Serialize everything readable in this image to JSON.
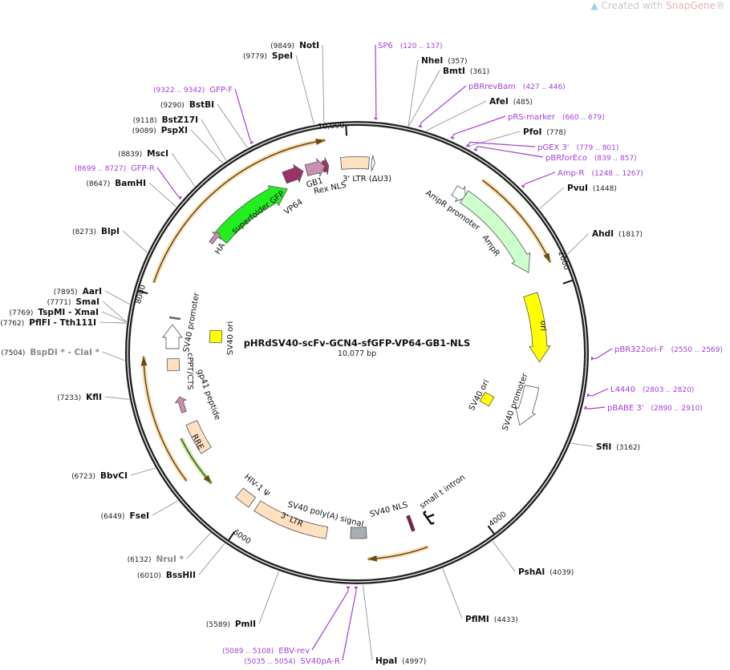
{
  "watermark": {
    "prefix": "Created with ",
    "brand": "SnapGene",
    "suffix": "®",
    "icon": "snapgene-logo-icon"
  },
  "plasmid": {
    "name": "pHRdSV40-scFv-GCN4-sfGFP-VP64-GB1-NLS",
    "length_label": "10,077 bp",
    "length_bp": 10077
  },
  "ticks": [
    {
      "bp": 2000,
      "label": "2000"
    },
    {
      "bp": 4000,
      "label": "4000"
    },
    {
      "bp": 6000,
      "label": "6000"
    },
    {
      "bp": 8000,
      "label": "8000"
    },
    {
      "bp": 10000,
      "label": "10,000"
    }
  ],
  "enzymes": [
    {
      "name": "NotI",
      "pos": 9849,
      "pos_label": "(9849)",
      "unique": true
    },
    {
      "name": "SpeI",
      "pos": 9779,
      "pos_label": "(9779)",
      "unique": true
    },
    {
      "name": "BstBI",
      "pos": 9290,
      "pos_label": "(9290)",
      "unique": true
    },
    {
      "name": "BstZ17I",
      "pos": 9118,
      "pos_label": "(9118)",
      "unique": true
    },
    {
      "name": "PspXI",
      "pos": 9089,
      "pos_label": "(9089)",
      "unique": true
    },
    {
      "name": "MscI",
      "pos": 8839,
      "pos_label": "(8839)",
      "unique": true
    },
    {
      "name": "BamHI",
      "pos": 8647,
      "pos_label": "(8647)",
      "unique": true
    },
    {
      "name": "BlpI",
      "pos": 8273,
      "pos_label": "(8273)",
      "unique": true
    },
    {
      "name": "AarI",
      "pos": 7895,
      "pos_label": "(7895)",
      "unique": true
    },
    {
      "name": "SmaI",
      "pos": 7771,
      "pos_label": "(7771)",
      "unique": true
    },
    {
      "name": "TspMI  - XmaI",
      "pos": 7769,
      "pos_label": "(7769)",
      "unique": true
    },
    {
      "name": "PflFI  - Tth111I",
      "pos": 7762,
      "pos_label": "(7762)",
      "unique": true
    },
    {
      "name": "BspDI * - ClaI *",
      "pos": 7504,
      "pos_label": "(7504)",
      "unique": false
    },
    {
      "name": "KflI",
      "pos": 7233,
      "pos_label": "(7233)",
      "unique": true
    },
    {
      "name": "BbvCI",
      "pos": 6723,
      "pos_label": "(6723)",
      "unique": true
    },
    {
      "name": "FseI",
      "pos": 6449,
      "pos_label": "(6449)",
      "unique": true
    },
    {
      "name": "NruI *",
      "pos": 6132,
      "pos_label": "(6132)",
      "unique": false
    },
    {
      "name": "BssHII",
      "pos": 6010,
      "pos_label": "(6010)",
      "unique": true
    },
    {
      "name": "PmlI",
      "pos": 5589,
      "pos_label": "(5589)",
      "unique": true
    },
    {
      "name": "NheI",
      "pos": 357,
      "pos_label": "(357)",
      "unique": true
    },
    {
      "name": "BmtI",
      "pos": 361,
      "pos_label": "(361)",
      "unique": true
    },
    {
      "name": "AfeI",
      "pos": 485,
      "pos_label": "(485)",
      "unique": true
    },
    {
      "name": "PfoI",
      "pos": 778,
      "pos_label": "(778)",
      "unique": true
    },
    {
      "name": "PvuI",
      "pos": 1448,
      "pos_label": "(1448)",
      "unique": true
    },
    {
      "name": "AhdI",
      "pos": 1817,
      "pos_label": "(1817)",
      "unique": true
    },
    {
      "name": "SfiI",
      "pos": 3162,
      "pos_label": "(3162)",
      "unique": true
    },
    {
      "name": "PshAI",
      "pos": 4039,
      "pos_label": "(4039)",
      "unique": true
    },
    {
      "name": "PflMI",
      "pos": 4433,
      "pos_label": "(4433)",
      "unique": true
    },
    {
      "name": "HpaI",
      "pos": 4997,
      "pos_label": "(4997)",
      "unique": true
    }
  ],
  "primers": [
    {
      "name": "GFP-F",
      "start": 9322,
      "end": 9342,
      "range_label": "(9322 .. 9342)"
    },
    {
      "name": "GFP-R",
      "start": 8699,
      "end": 8727,
      "range_label": "(8699 .. 8727)"
    },
    {
      "name": "EBV-rev",
      "start": 5089,
      "end": 5108,
      "range_label": "(5089 .. 5108)"
    },
    {
      "name": "SV40pA-R",
      "start": 5035,
      "end": 5054,
      "range_label": "(5035 .. 5054)"
    },
    {
      "name": "SP6",
      "start": 120,
      "end": 137,
      "range_label": "(120 .. 137)"
    },
    {
      "name": "pBRrevBam",
      "start": 427,
      "end": 446,
      "range_label": "(427 .. 446)"
    },
    {
      "name": "pRS-marker",
      "start": 660,
      "end": 679,
      "range_label": "(660 .. 679)"
    },
    {
      "name": "pGEX 3'",
      "start": 779,
      "end": 801,
      "range_label": "(779 .. 801)"
    },
    {
      "name": "pBRforEco",
      "start": 839,
      "end": 857,
      "range_label": "(839 .. 857)"
    },
    {
      "name": "Amp-R",
      "start": 1248,
      "end": 1267,
      "range_label": "(1248 .. 1267)"
    },
    {
      "name": "pBR322ori-F",
      "start": 2550,
      "end": 2569,
      "range_label": "(2550 .. 2569)"
    },
    {
      "name": "L4440",
      "start": 2803,
      "end": 2820,
      "range_label": "(2803 .. 2820)"
    },
    {
      "name": "pBABE 3'",
      "start": 2890,
      "end": 2910,
      "range_label": "(2890 .. 2910)"
    }
  ],
  "features": [
    {
      "label": "3' LTR (ΔU3)",
      "color": "#ffe0c0"
    },
    {
      "label": "Rex NLS",
      "color": "#99336a"
    },
    {
      "label": "GB1",
      "color": "#c98fb0"
    },
    {
      "label": "VP64",
      "color": "#99336a"
    },
    {
      "label": "superfolder GFP",
      "color": "#22ee22"
    },
    {
      "label": "HA",
      "color": "#c98fb0"
    },
    {
      "label": "AmpR promoter",
      "color": "#ffffff"
    },
    {
      "label": "AmpR",
      "color": "#ccffcc"
    },
    {
      "label": "ori",
      "color": "#ffff00"
    },
    {
      "label": "SV40 ori",
      "color": "#ffff00"
    },
    {
      "label": "SV40 promoter",
      "color": "#ffffff"
    },
    {
      "label": "small t intron",
      "color": "#111111"
    },
    {
      "label": "SV40 NLS",
      "color": "#7a2550"
    },
    {
      "label": "SV40 poly(A) signal",
      "color": "#a8adb5"
    },
    {
      "label": "3' LTR",
      "color": "#ffe0c0"
    },
    {
      "label": "HIV-1 Ψ",
      "color": "#ffe0c0"
    },
    {
      "label": "RRE",
      "color": "#ffe0c0"
    },
    {
      "label": "gp41 peptide",
      "color": "#c98fb0"
    },
    {
      "label": "cPPT/CTS",
      "color": "#ffe0c0"
    },
    {
      "label": "SV40 promoter",
      "color": "#ffffff"
    },
    {
      "label": "SV40 ori",
      "color": "#ffff00"
    }
  ],
  "colors": {
    "backbone": "#222222",
    "primer": "#a43fd8",
    "orf": "#f5c87a",
    "enzyme_nonunique": "#8a8a8a"
  }
}
